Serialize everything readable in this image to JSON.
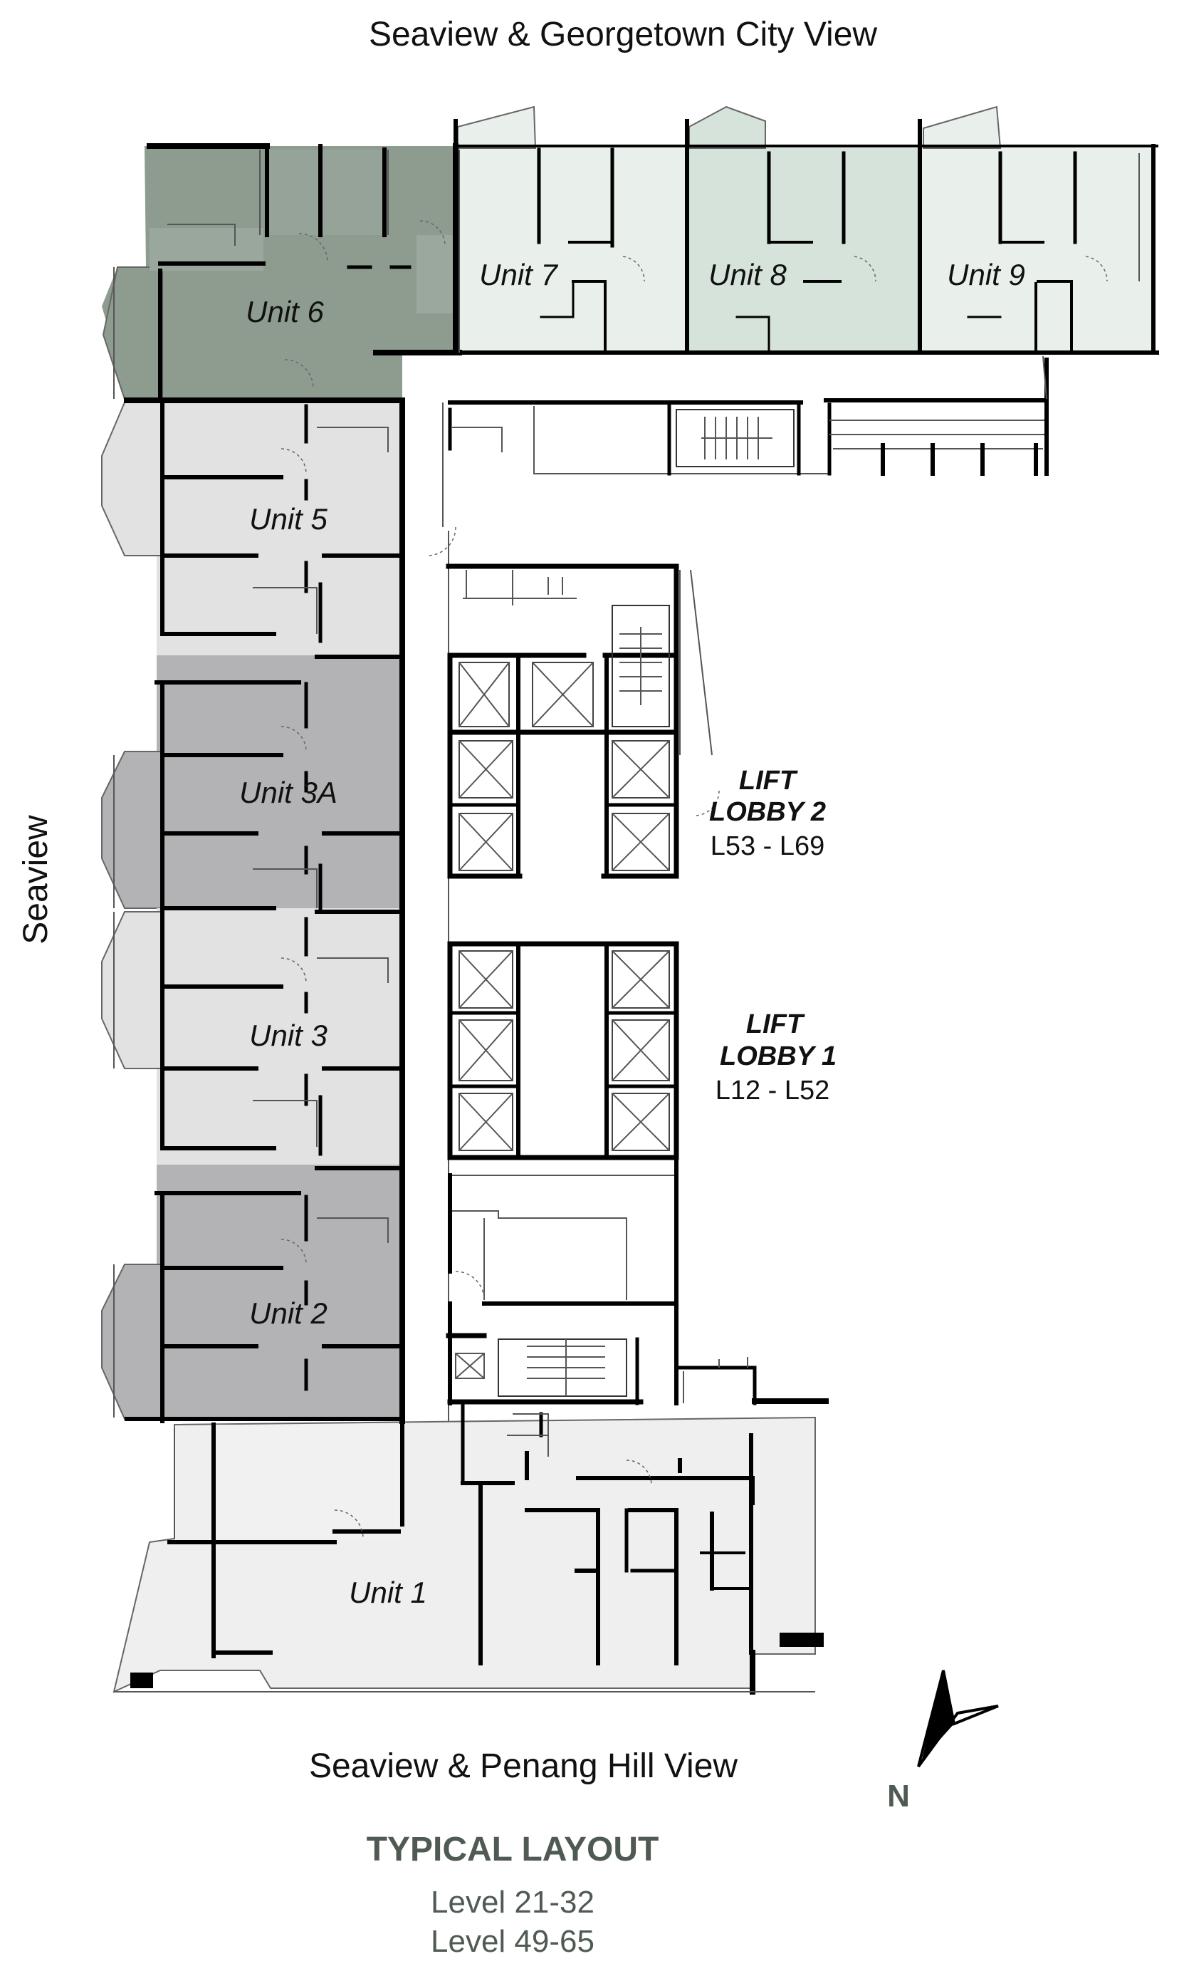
{
  "views": {
    "top": "Seaview & Georgetown City View",
    "bottom": "Seaview & Penang Hill View",
    "left": "Seaview"
  },
  "units": {
    "u1": "Unit 1",
    "u2": "Unit 2",
    "u3": "Unit 3",
    "u3a": "Unit 3A",
    "u5": "Unit 5",
    "u6": "Unit 6",
    "u7": "Unit 7",
    "u8": "Unit 8",
    "u9": "Unit 9"
  },
  "lobbies": {
    "lobby2": {
      "line1": "LIFT",
      "line2": "LOBBY 2",
      "range": "L53 - L69"
    },
    "lobby1": {
      "line1": "LIFT",
      "line2": "LOBBY 1",
      "range": "L12 - L52"
    }
  },
  "north": "N",
  "title": "TYPICAL LAYOUT",
  "levels": [
    "Level 21-32",
    "Level 49-65"
  ],
  "colors": {
    "unit6": "#8e9c8f",
    "unit8": "#d6e3da",
    "unit7_9": "#e9f0ec",
    "light_grey": "#e2e2e3",
    "dark_grey": "#b3b3b5",
    "unit1": "#efefef",
    "accent": "#4f5b52"
  }
}
